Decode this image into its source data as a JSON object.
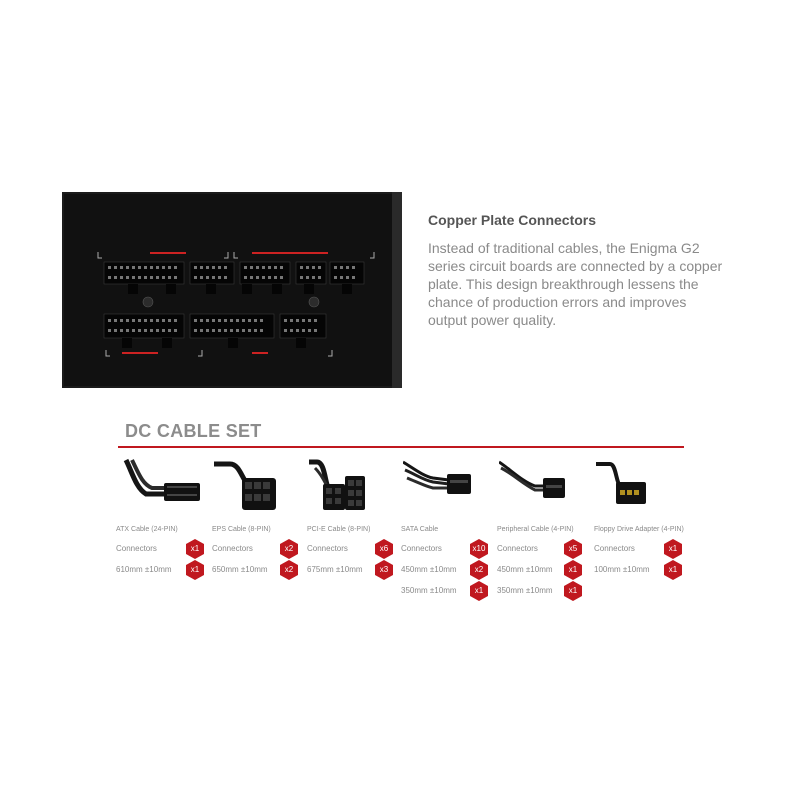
{
  "description": {
    "heading": "Copper Plate Connectors",
    "text": "Instead of traditional cables, the Enigma G2 series circuit boards are connected by a copper plate. This design breakthrough lessens the chance of production errors and improves output power quality."
  },
  "dc_cable_set": {
    "title": "DC CABLE SET",
    "accent_color": "#c0181f",
    "cables": [
      {
        "name": "ATX Cable (24-PIN)",
        "icon": "atx-24pin-cable-icon",
        "rows": [
          {
            "label": "Connectors",
            "badge": "x1"
          },
          {
            "label": "610mm ±10mm",
            "badge": "x1"
          }
        ]
      },
      {
        "name": "EPS Cable (8-PIN)",
        "icon": "eps-8pin-cable-icon",
        "rows": [
          {
            "label": "Connectors",
            "badge": "x2"
          },
          {
            "label": "650mm ±10mm",
            "badge": "x2"
          }
        ]
      },
      {
        "name": "PCI-E Cable (8-PIN)",
        "icon": "pcie-8pin-cable-icon",
        "rows": [
          {
            "label": "Connectors",
            "badge": "x6"
          },
          {
            "label": "675mm ±10mm",
            "badge": "x3"
          }
        ]
      },
      {
        "name": "SATA Cable",
        "icon": "sata-cable-icon",
        "rows": [
          {
            "label": "Connectors",
            "badge": "x10"
          },
          {
            "label": "450mm ±10mm",
            "badge": "x2"
          },
          {
            "label": "350mm ±10mm",
            "badge": "x1"
          }
        ]
      },
      {
        "name": "Peripheral Cable (4-PIN)",
        "icon": "peripheral-4pin-cable-icon",
        "rows": [
          {
            "label": "Connectors",
            "badge": "x5"
          },
          {
            "label": "450mm ±10mm",
            "badge": "x1"
          },
          {
            "label": "350mm ±10mm",
            "badge": "x1"
          }
        ]
      },
      {
        "name": "Floppy Drive Adapter (4-PIN)",
        "icon": "floppy-adapter-cable-icon",
        "rows": [
          {
            "label": "Connectors",
            "badge": "x1"
          },
          {
            "label": "100mm ±10mm",
            "badge": "x1"
          }
        ]
      }
    ]
  }
}
